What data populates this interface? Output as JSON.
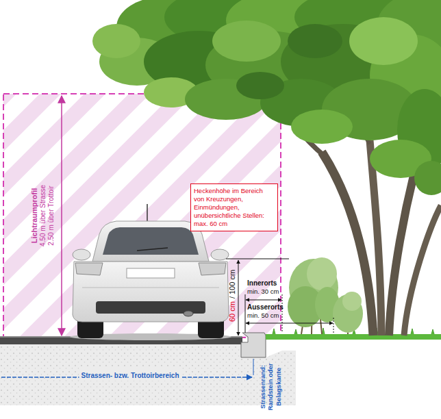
{
  "diagram": {
    "nodes": [
      {
        "text": [
          "Heckenhöhe im Bereich von Kreuzungen, Einmündungen, unübersichtliche Stellen: max. 60 cm"
        ]
      }
    ],
    "labels": [
      "Lichtraumprofil",
      "4.50 m über Strasse",
      "2.50 m über Trottoir",
      "60 cm",
      "/ 100 cm",
      "Innerorts",
      "min. 30 cm",
      "Ausserorts",
      "min. 50 cm",
      "Strassen- bzw. Trottoirbereich",
      "Strassenrand: Randstein oder Belagskante"
    ]
  }
}
